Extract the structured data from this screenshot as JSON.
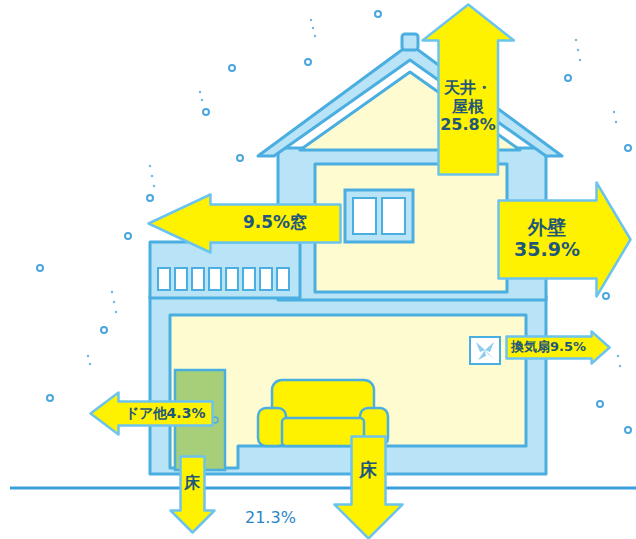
{
  "diagram": {
    "nodes": [
      {
        "text": [
          "天井・屋根",
          "25.8%"
        ]
      },
      {
        "text": [
          "9.5%窓"
        ]
      },
      {
        "text": [
          "外壁",
          "35.9%"
        ]
      },
      {
        "text": [
          "換気扇9.5%"
        ]
      },
      {
        "text": [
          "ドア他4.3%"
        ]
      },
      {
        "text": [
          "床"
        ]
      },
      {
        "text": [
          "床"
        ]
      }
    ],
    "labels": [
      "21.3%"
    ]
  }
}
